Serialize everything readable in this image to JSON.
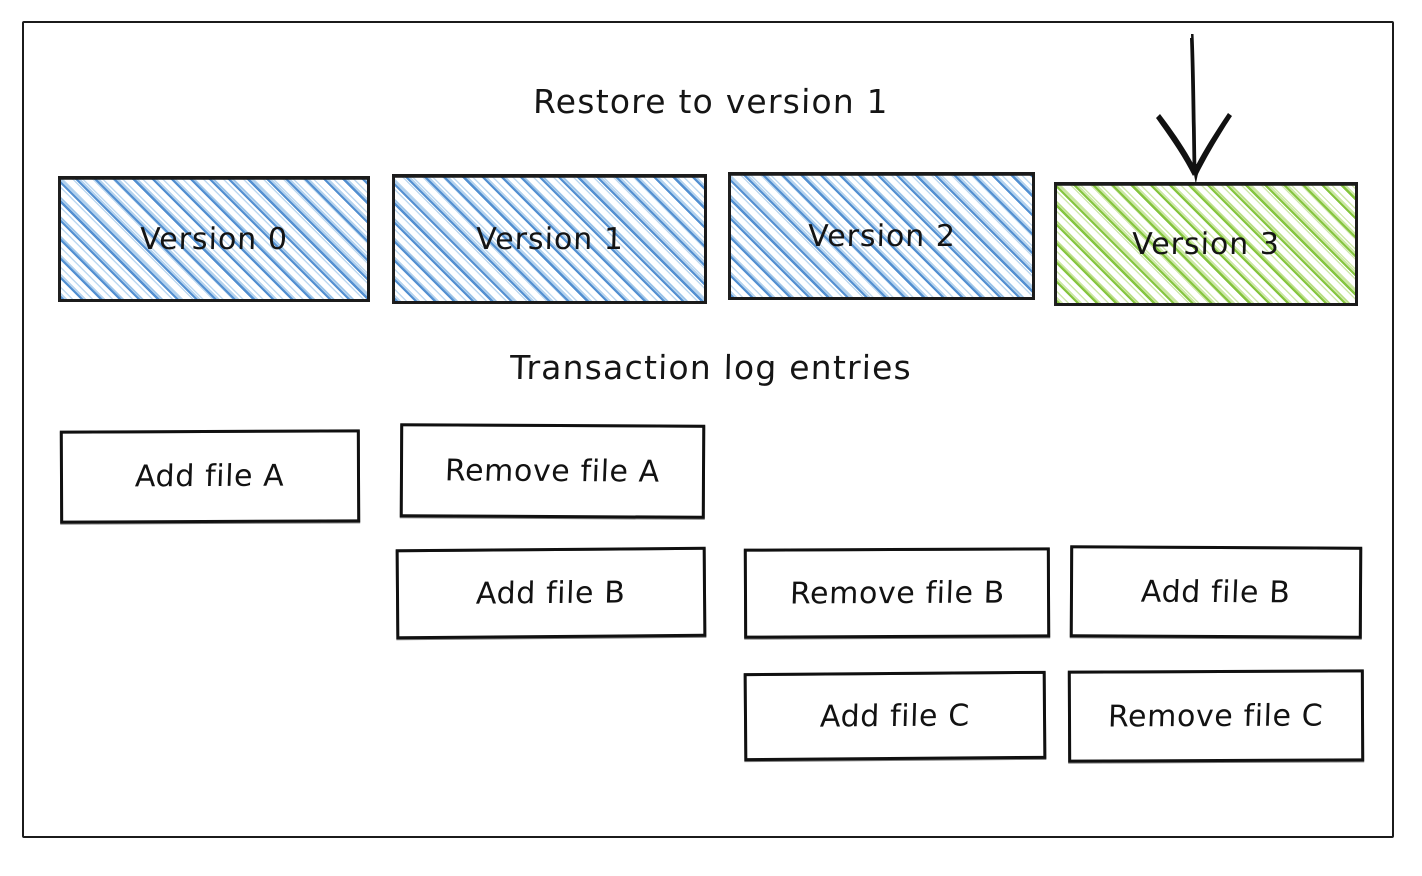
{
  "diagram": {
    "title": "Restore to version 1",
    "log_section_title": "Transaction log entries",
    "background_color": "#ffffff",
    "frame_color": "#1b1b1b",
    "blue_hatch_color": "#4687cd",
    "green_hatch_color": "#7cc030",
    "arrow": {
      "name": "restore-target-arrow",
      "direction": "down",
      "points_at": "Version 3",
      "color": "#111111"
    }
  },
  "versions": [
    {
      "label": "Version 0",
      "fill": "blue",
      "highlighted": false
    },
    {
      "label": "Version 1",
      "fill": "blue",
      "highlighted": false
    },
    {
      "label": "Version 2",
      "fill": "blue",
      "highlighted": false
    },
    {
      "label": "Version 3",
      "fill": "green",
      "highlighted": true
    }
  ],
  "log_entries": [
    {
      "label": "Add file A",
      "column": 1,
      "row": 1
    },
    {
      "label": "Remove file A",
      "column": 2,
      "row": 1
    },
    {
      "label": "Add file B",
      "column": 2,
      "row": 2
    },
    {
      "label": "Remove file B",
      "column": 3,
      "row": 2
    },
    {
      "label": "Add file B",
      "column": 4,
      "row": 2
    },
    {
      "label": "Add file C",
      "column": 3,
      "row": 3
    },
    {
      "label": "Remove file C",
      "column": 4,
      "row": 3
    }
  ]
}
